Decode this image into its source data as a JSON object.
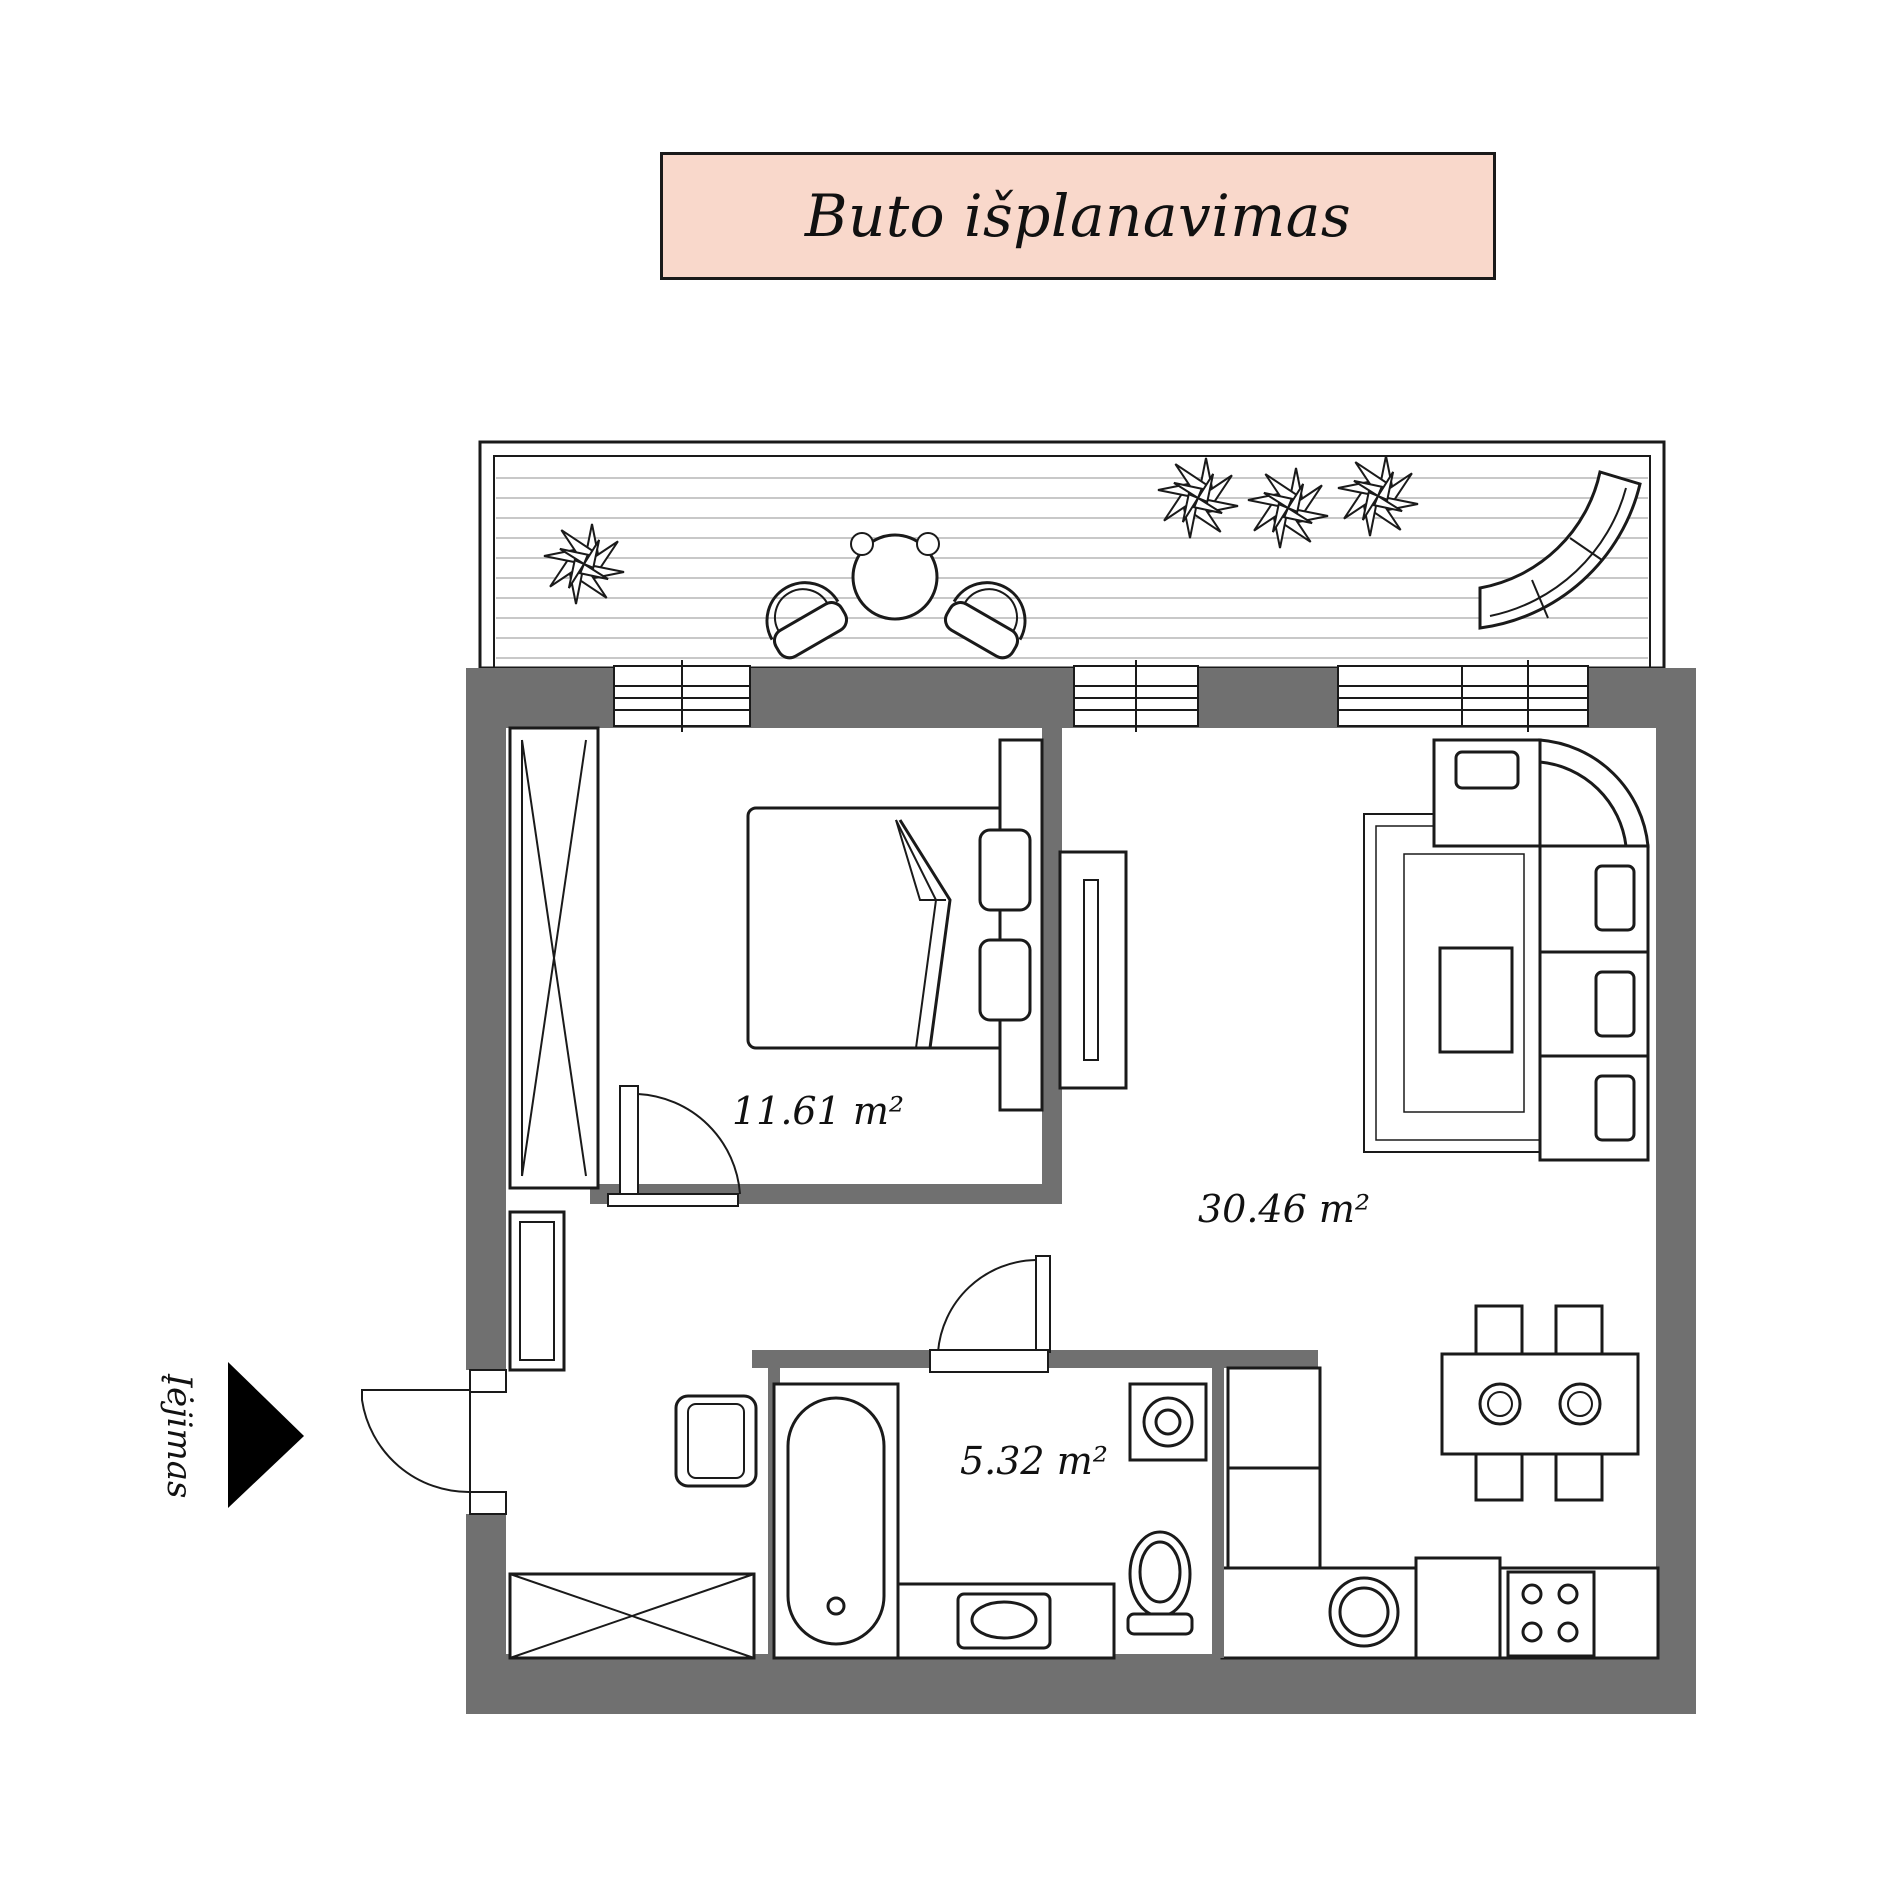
{
  "title": "Buto išplanavimas",
  "rooms": {
    "bedroom_area": "11.61 m²",
    "living_area": "30.46 m²",
    "bathroom_area": "5.32 m²"
  },
  "entrance_label": "Įėjimas",
  "colors": {
    "wall": "#707070",
    "title_bg": "#f9d8cb",
    "line": "#1a1a1a",
    "background": "#ffffff"
  },
  "icons": [
    "entrance-arrow-icon",
    "plant-icon",
    "bed-icon",
    "sofa-icon",
    "bathtub-icon",
    "toilet-icon",
    "sink-icon",
    "stove-icon",
    "washing-machine-icon",
    "dining-table-icon"
  ]
}
